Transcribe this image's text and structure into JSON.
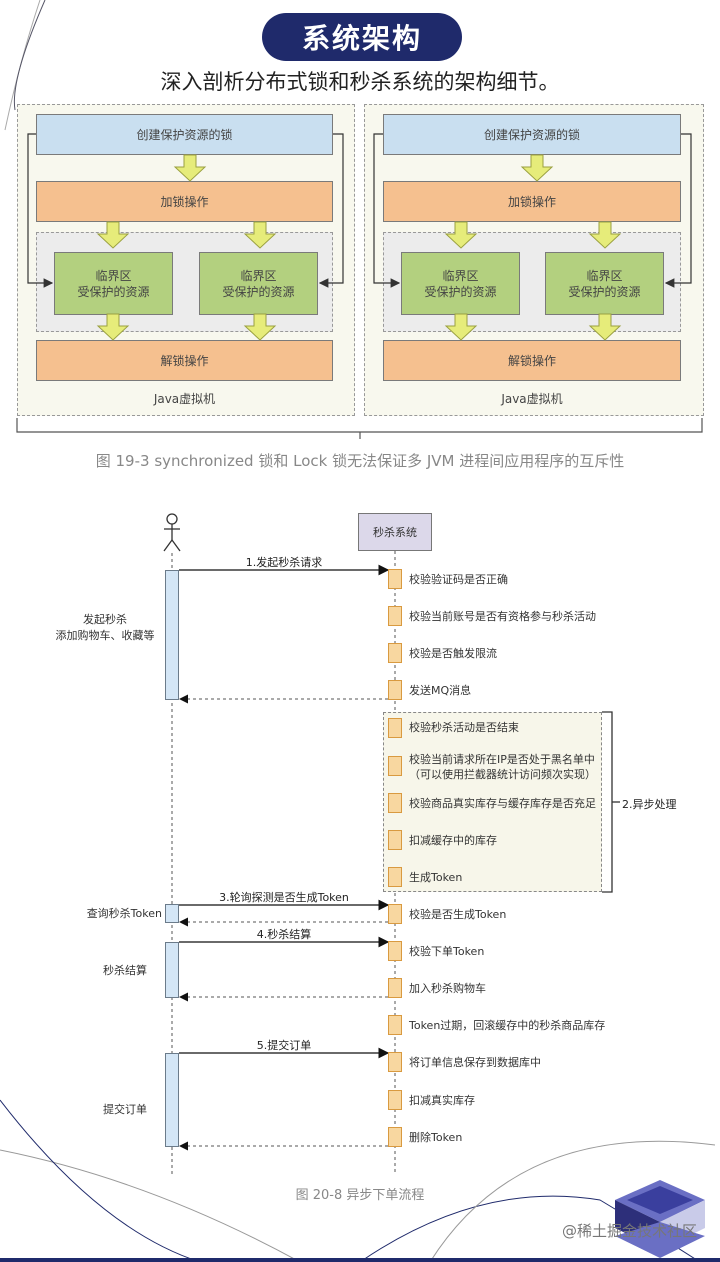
{
  "header": {
    "title": "系统架构",
    "subtitle": "深入剖析分布式锁和秒杀系统的架构细节。"
  },
  "figure_19_3": {
    "jvms": [
      {
        "create_lock": "创建保护资源的锁",
        "lock_op": "加锁操作",
        "critical_sections": [
          {
            "line1": "临界区",
            "line2": "受保护的资源"
          },
          {
            "line1": "临界区",
            "line2": "受保护的资源"
          }
        ],
        "unlock_op": "解锁操作",
        "label": "Java虚拟机"
      },
      {
        "create_lock": "创建保护资源的锁",
        "lock_op": "加锁操作",
        "critical_sections": [
          {
            "line1": "临界区",
            "line2": "受保护的资源"
          },
          {
            "line1": "临界区",
            "line2": "受保护的资源"
          }
        ],
        "unlock_op": "解锁操作",
        "label": "Java虚拟机"
      }
    ],
    "caption": "图 19-3   synchronized 锁和 Lock 锁无法保证多 JVM 进程间应用程序的互斥性"
  },
  "figure_20_8": {
    "system_label": "秒杀系统",
    "left_groups": [
      {
        "line1": "发起秒杀",
        "line2": "添加购物车、收藏等"
      },
      {
        "line1": "查询秒杀Token",
        "line2": ""
      },
      {
        "line1": "秒杀结算",
        "line2": ""
      },
      {
        "line1": "提交订单",
        "line2": ""
      }
    ],
    "messages": [
      "1.发起秒杀请求",
      "3.轮询探测是否生成Token",
      "4.秒杀结算",
      "5.提交订单"
    ],
    "steps": [
      "校验验证码是否正确",
      "校验当前账号是否有资格参与秒杀活动",
      "校验是否触发限流",
      "发送MQ消息",
      "校验秒杀活动是否结束",
      "校验当前请求所在IP是否处于黑名单中",
      "（可以使用拦截器统计访问频次实现）",
      "校验商品真实库存与缓存库存是否充足",
      "扣减缓存中的库存",
      "生成Token",
      "校验是否生成Token",
      "校验下单Token",
      "加入秒杀购物车",
      "Token过期，回滚缓存中的秒杀商品库存",
      "将订单信息保存到数据库中",
      "扣减真实库存",
      "删除Token"
    ],
    "async_label": "2.异步处理",
    "caption": "图 20-8   异步下单流程"
  },
  "watermark": "@稀土掘金技术社区",
  "colors": {
    "title_bg": "#1f2a6b",
    "create_lock": "#c9dff0",
    "lock_op": "#f5c08f",
    "critical": "#b3d07f",
    "arrow_fill": "#e6ec7a",
    "step_fill": "#f8d7a0",
    "activation_fill": "#d4e6f6",
    "system_box": "#dcd8ea"
  }
}
